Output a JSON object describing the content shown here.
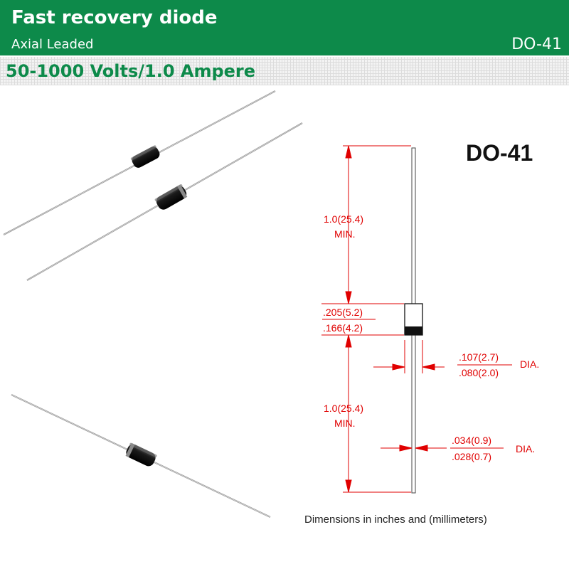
{
  "header": {
    "title": "Fast recovery diode",
    "subtitle": "Axial Leaded",
    "package": "DO-41"
  },
  "rating": "50-1000 Volts/1.0 Ampere",
  "drawing": {
    "package_label": "DO-41",
    "lead_length_top": "1.0(25.4)",
    "lead_length_top_min": "MIN.",
    "body_length_max": ".205(5.2)",
    "body_length_min": ".166(4.2)",
    "body_dia_max": ".107(2.7)",
    "body_dia_min": ".080(2.0)",
    "body_dia_suffix": "DIA.",
    "lead_length_bottom": "1.0(25.4)",
    "lead_length_bottom_min": "MIN.",
    "lead_dia_max": ".034(0.9)",
    "lead_dia_min": ".028(0.7)",
    "lead_dia_suffix": "DIA.",
    "note": "Dimensions in inches and (millimeters)"
  },
  "colors": {
    "brand_green": "#0d8a4a",
    "dimension_red": "#e00000"
  }
}
